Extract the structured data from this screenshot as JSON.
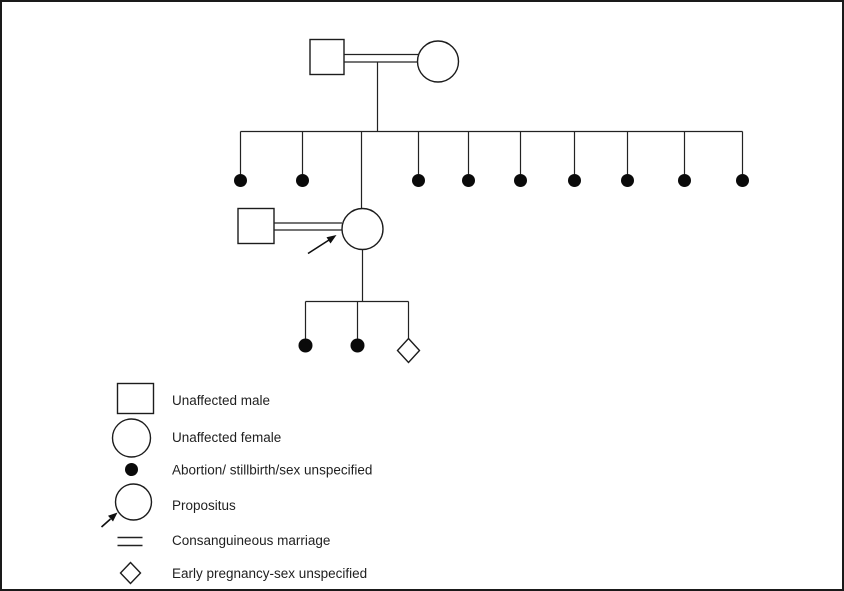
{
  "figure": {
    "type": "pedigree-chart",
    "background_color": "#ffffff",
    "line_color": "#1c1c1c",
    "border_color": "#1a1a1a"
  },
  "pedigree": {
    "generation_1": {
      "father": "unaffected male",
      "mother": "unaffected female",
      "marriage_type": "consanguineous"
    },
    "generation_2": {
      "abortion_stillbirth_count": 9,
      "daughter": "propositus, unaffected female",
      "daughter_marriage": "consanguineous, to unaffected male"
    },
    "generation_3": {
      "abortion_stillbirth_count": 2,
      "early_pregnancy_sex_unspecified_count": 1
    }
  },
  "legend": {
    "items": [
      {
        "symbol": "square-outline",
        "label": "Unaffected male"
      },
      {
        "symbol": "circle-outline",
        "label": "Unaffected female"
      },
      {
        "symbol": "filled-dot",
        "label": "Abortion/ stillbirth/sex unspecified"
      },
      {
        "symbol": "circle-with-arrow",
        "label": "Propositus"
      },
      {
        "symbol": "double-horizontal-line",
        "label": "Consanguineous marriage"
      },
      {
        "symbol": "diamond-outline",
        "label": "Early pregnancy-sex unspecified"
      }
    ]
  }
}
